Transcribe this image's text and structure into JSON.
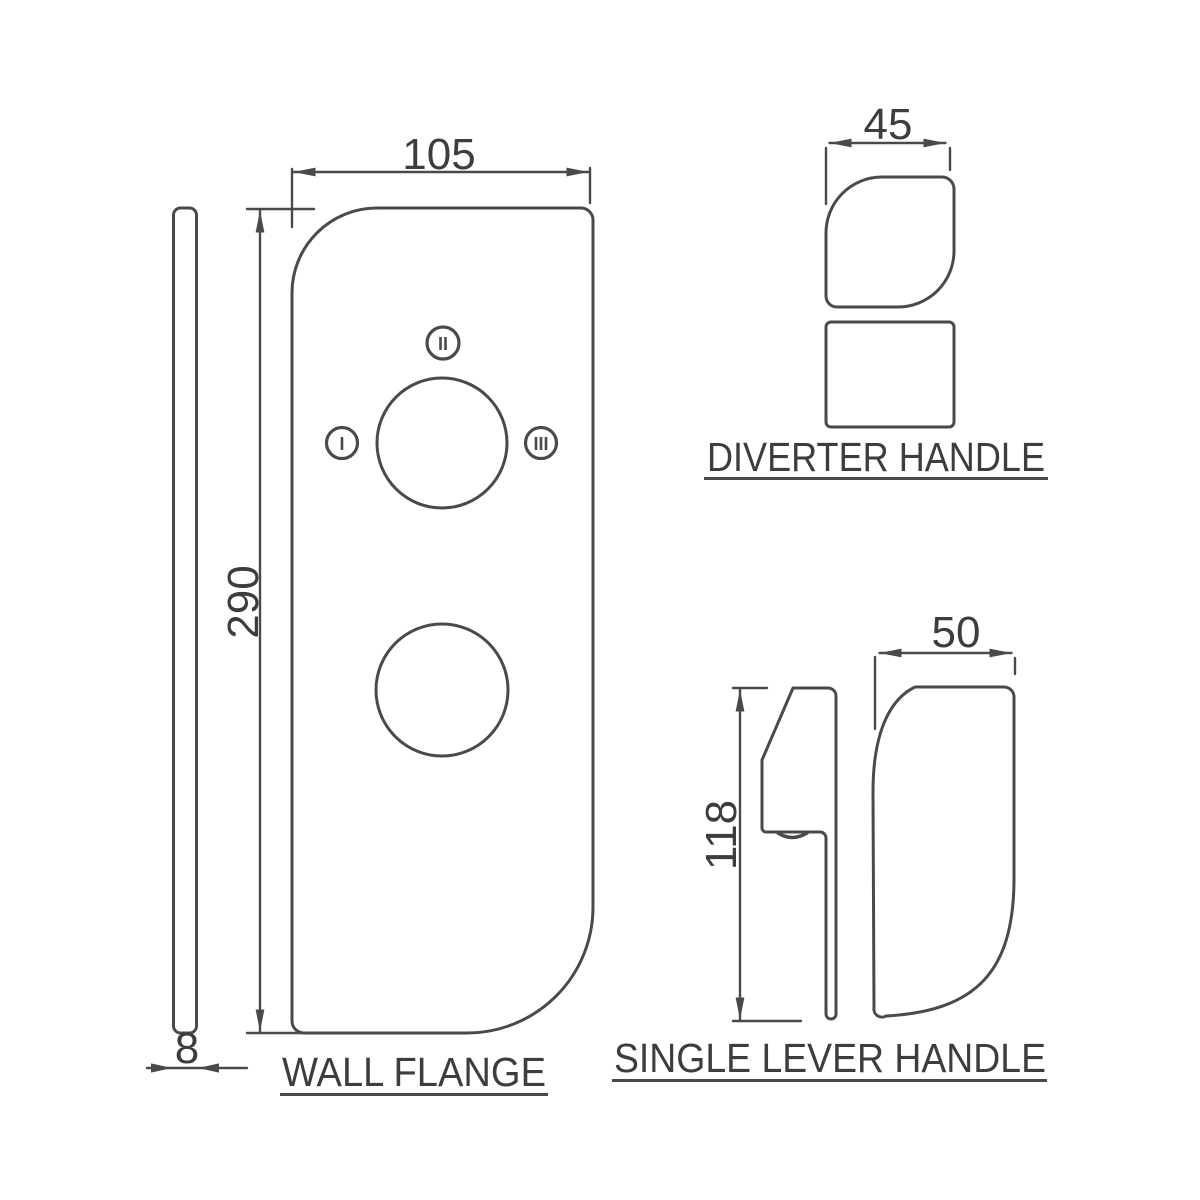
{
  "drawing": {
    "background_color": "#ffffff",
    "line_color": "#4a4a4a",
    "text_color": "#3d3d3d",
    "views": {
      "wall_flange": {
        "title": "WALL FLANGE",
        "width_mm": "105",
        "height_mm": "290",
        "thickness_mm": "8",
        "position_markers": [
          "I",
          "II",
          "III"
        ]
      },
      "diverter_handle": {
        "title": "DIVERTER HANDLE",
        "width_mm": "45"
      },
      "single_lever_handle": {
        "title": "SINGLE LEVER HANDLE",
        "width_mm": "50",
        "height_mm": "118"
      }
    }
  }
}
